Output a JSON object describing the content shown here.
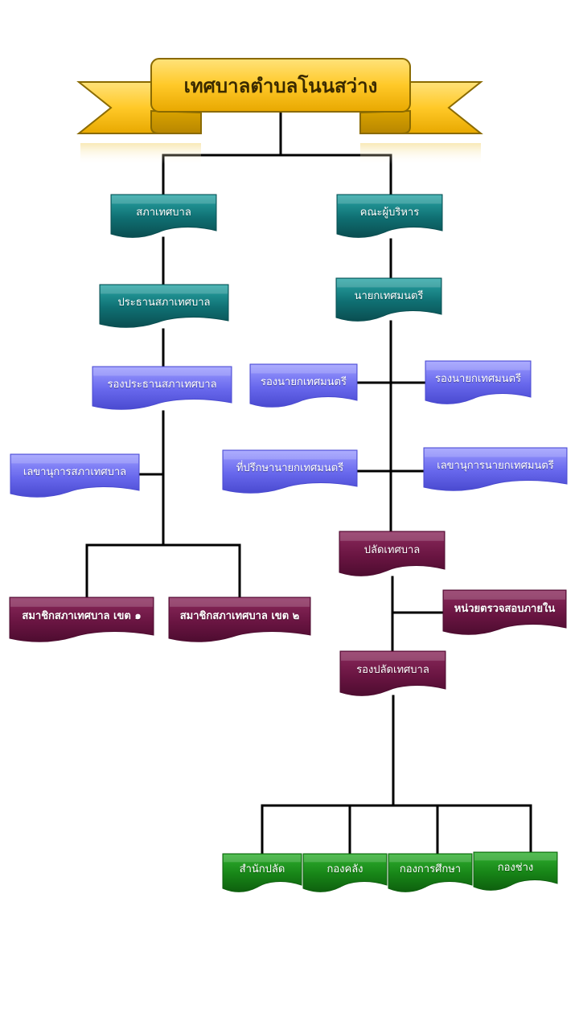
{
  "title": "เทศบาลตำบลโนนสว่าง",
  "nodes": {
    "council": "สภาเทศบาล",
    "executives": "คณะผู้บริหาร",
    "council_president": "ประธานสภาเทศบาล",
    "mayor": "นายกเทศมนตรี",
    "council_vice_president": "รองประธานสภาเทศบาล",
    "deputy_mayor_1": "รองนายกเทศมนตรี",
    "deputy_mayor_2": "รองนายกเทศมนตรี",
    "council_secretary": "เลขานุการสภาเทศบาล",
    "mayor_advisor": "ที่ปรึกษานายกเทศมนตรี",
    "mayor_secretary": "เลขานุการนายกเทศมนตรี",
    "municipal_clerk": "ปลัดเทศบาล",
    "internal_audit": "หน่วยตรวจสอบภายใน",
    "deputy_clerk": "รองปลัดเทศบาล",
    "council_member_1": "สมาชิกสภาเทศบาล เขต ๑",
    "council_member_2": "สมาชิกสภาเทศบาล เขต ๒",
    "clerk_office": "สำนักปลัด",
    "finance_division": "กองคลัง",
    "education_division": "กองการศึกษา",
    "engineering_division": "กองช่าง"
  },
  "colors": {
    "banner": "#ffc928",
    "teal": "#0f6f72",
    "blue": "#6767ec",
    "maroon": "#6a1542",
    "green": "#178417",
    "line": "#000000"
  }
}
